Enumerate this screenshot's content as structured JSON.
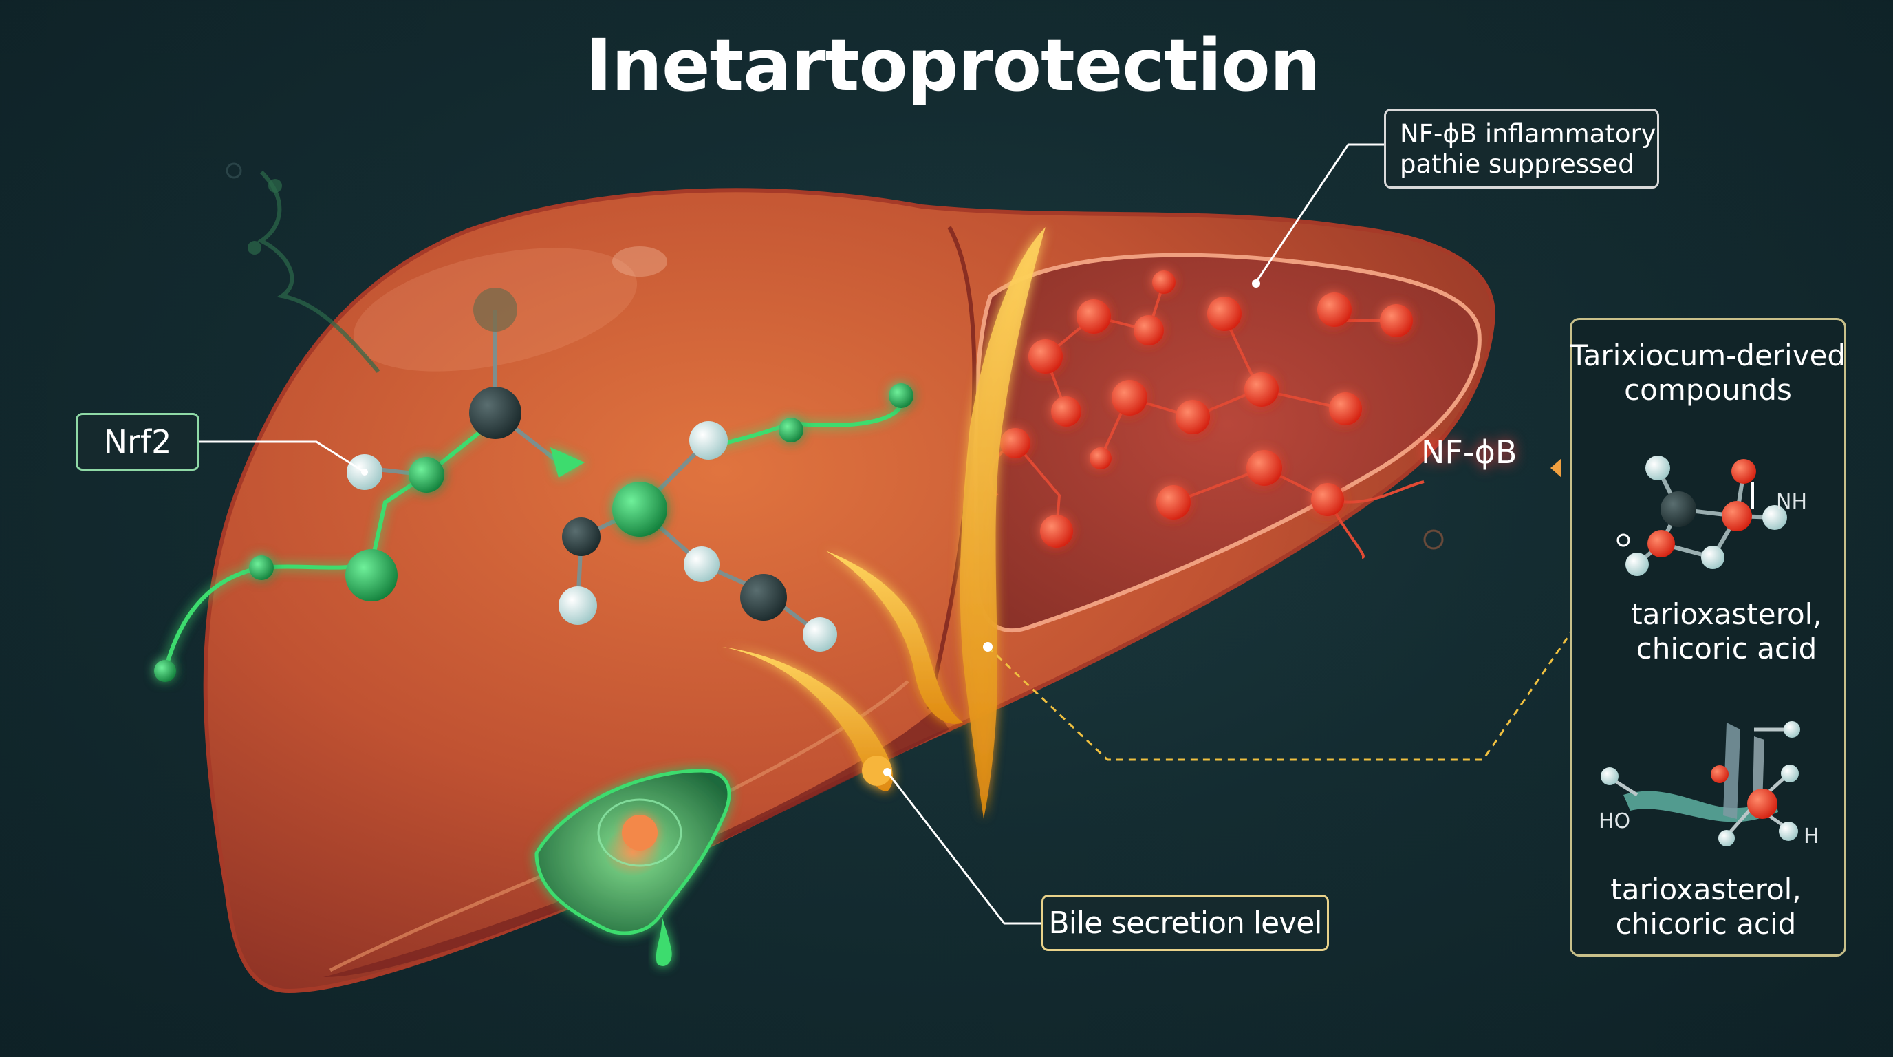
{
  "title": "Inetartoprotection",
  "labels": {
    "nrf2": "Nrf2",
    "nfkb_line1": "NF-ϕB inflammatory",
    "nfkb_line2": "pathie suppressed",
    "nfkb_tag": "NF-ϕB",
    "bile": "Bile secretion level"
  },
  "panel": {
    "title_line1": "Tarixiocum-derived",
    "title_line2": "compounds",
    "compound1_line1": "tarioxasterol,",
    "compound1_line2": "chicoric acid",
    "compound2_line1": "tarioxasterol,",
    "compound2_line2": "chicoric acid",
    "atom_nh": "NH",
    "atom_ho": "HO",
    "atom_h": "H"
  },
  "colors": {
    "background": "#142c31",
    "liver": "#c85a35",
    "liver_dark": "#8a2e22",
    "nrf2_green": "#3ddc6e",
    "nfkb_red": "#ff3b24",
    "bile_gold": "#f0b030",
    "panel_border": "#c9c08a"
  }
}
